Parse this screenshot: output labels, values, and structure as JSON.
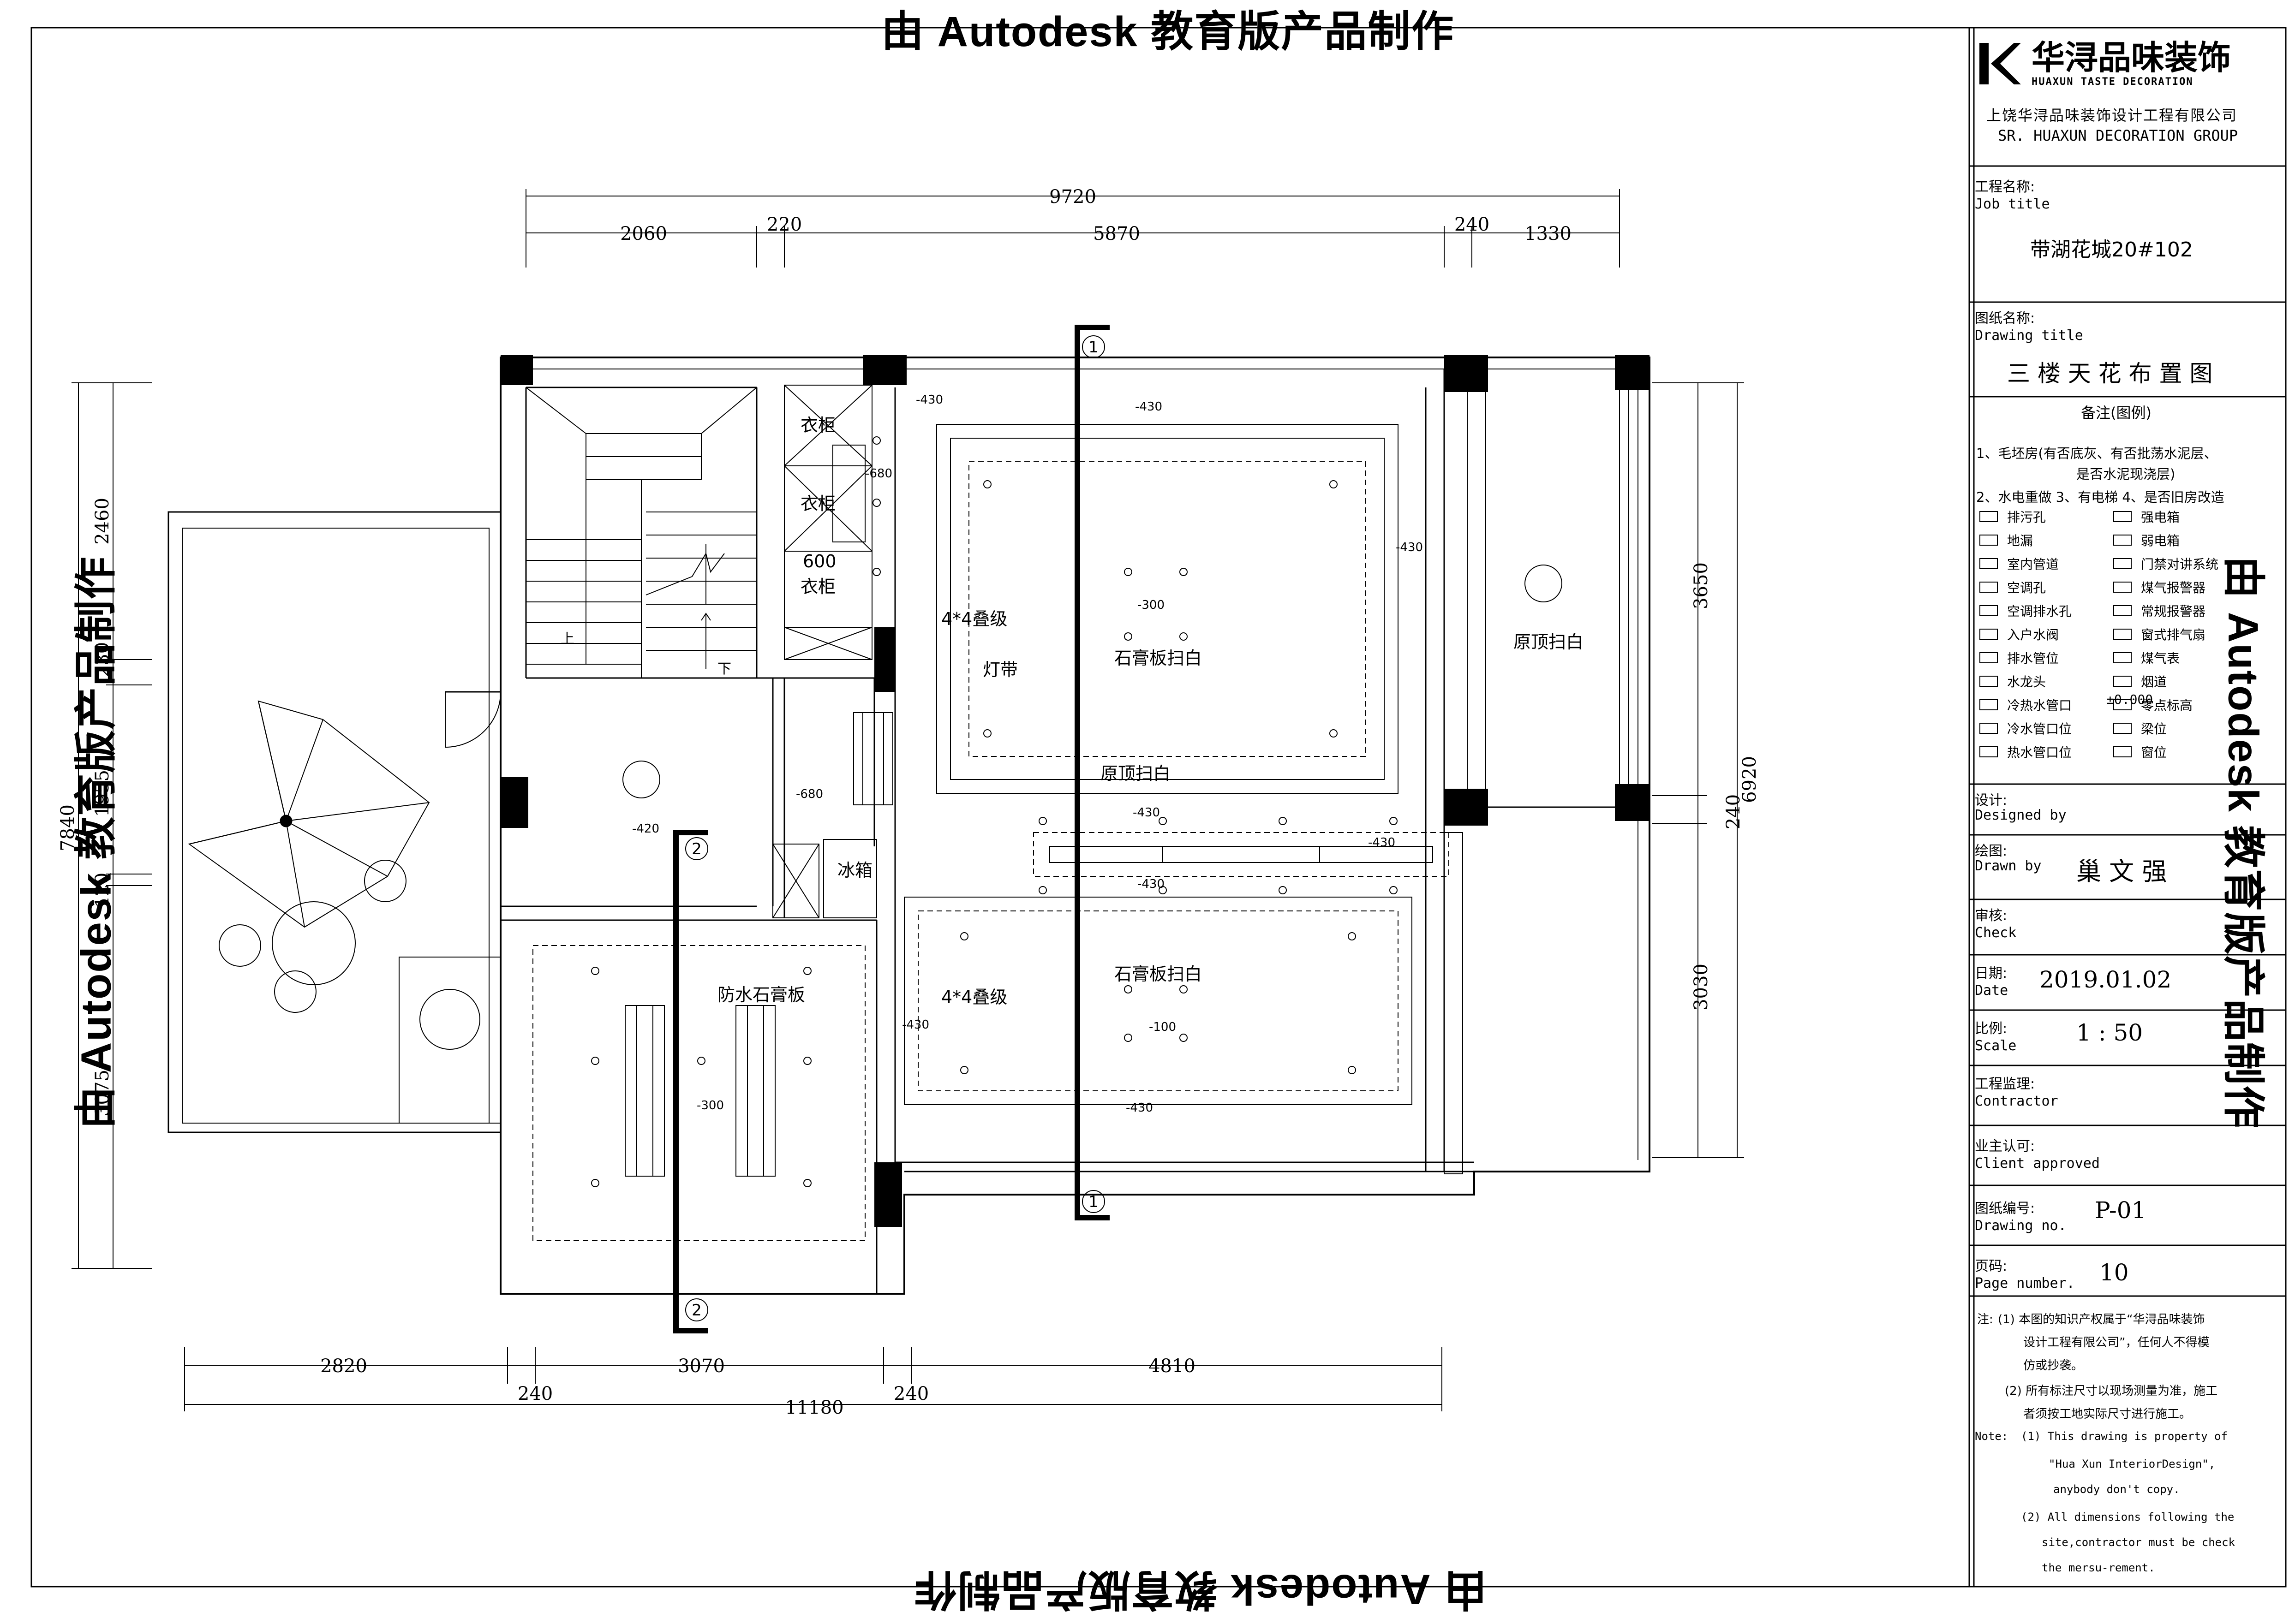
{
  "watermark": "由 Autodesk 教育版产品制作",
  "company": {
    "logo_cn": "华浔品味装饰",
    "logo_en": "HUAXUN TASTE DECORATION",
    "name_cn": "上饶华浔品味装饰设计工程有限公司",
    "name_en": "SR. HUAXUN DECORATION GROUP"
  },
  "title_block": {
    "job_title_cn": "工程名称:",
    "job_title_en": "Job title",
    "job_title_value": "带湖花城20#102",
    "drawing_title_cn": "图纸名称:",
    "drawing_title_en": "Drawing title",
    "drawing_title_value": "三 楼 天 花 布 置 图",
    "legend_title": "备注(图例)",
    "notes_line1": "1、毛坯房(有否底灰、有否批荡水泥层、",
    "notes_line1b": "是否水泥现浇层)",
    "notes_line2": "2、水电重做 3、有电梯 4、是否旧房改造",
    "designed_cn": "设计:",
    "designed_en": "Designed by",
    "drawn_cn": "绘图:",
    "drawn_en": "Drawn by",
    "drawn_value": "巢 文 强",
    "check_cn": "审核:",
    "check_en": "Check",
    "date_cn": "日期:",
    "date_en": "Date",
    "date_value": "2019.01.02",
    "scale_cn": "比例:",
    "scale_en": "Scale",
    "scale_value": "1 : 50",
    "contractor_cn": "工程监理:",
    "contractor_en": "Contractor",
    "client_cn": "业主认可:",
    "client_en": "Client approved",
    "drawing_no_cn": "图纸编号:",
    "drawing_no_en": "Drawing no.",
    "drawing_no_value": "P-01",
    "page_cn": "页码:",
    "page_en": "Page number.",
    "page_value": "10",
    "note_cn_label": "注:",
    "note_cn_1a": "(1) 本图的知识产权属于“华浔品味装饰",
    "note_cn_1b": "设计工程有限公司”，任何人不得模",
    "note_cn_1c": "仿或抄袭。",
    "note_cn_2a": "(2) 所有标注尺寸以现场测量为准，施工",
    "note_cn_2b": "者须按工地实际尺寸进行施工。",
    "note_en_label": "Note:",
    "note_en_1a": "(1) This drawing is property of",
    "note_en_1b": "\"Hua Xun InteriorDesign\",",
    "note_en_1c": "anybody don't copy.",
    "note_en_2a": "(2) All dimensions following the",
    "note_en_2b": "site,contractor must be check",
    "note_en_2c": "the mersu-rement."
  },
  "legend": {
    "left": [
      "排污孔",
      "地漏",
      "室内管道",
      "空调孔",
      "空调排水孔",
      "入户水阀",
      "排水管位",
      "水龙头",
      "冷热水管口",
      "冷水管口位",
      "热水管口位"
    ],
    "right": [
      "强电箱",
      "弱电箱",
      "门禁对讲系统",
      "煤气报警器",
      "常规报警器",
      "窗式排气扇",
      "煤气表",
      "烟道",
      "零点标高",
      "梁位",
      "窗位"
    ],
    "zero_mark": "±0.000"
  },
  "dimensions": {
    "top_total": "9720",
    "top_segments": [
      "2060",
      "220",
      "5870",
      "240",
      "1330"
    ],
    "bottom_total": "11180",
    "bottom_segments": [
      "2820",
      "240",
      "3070",
      "240",
      "4810"
    ],
    "left_total": "7840",
    "left_segments": [
      "2460",
      "230",
      "1955",
      "120",
      "3075"
    ],
    "right_total": "6920",
    "right_segments": [
      "3650",
      "240",
      "3030"
    ]
  },
  "rooms": {
    "wardrobe": "衣柜",
    "wardrobe_600": "600",
    "fridge": "冰箱",
    "up": "上",
    "down": "下",
    "gypsum_top": "石膏板扫白",
    "gypsum_bottom": "石膏板扫白",
    "original_top": "原顶扫白",
    "original_right": "原顶扫白",
    "waterproof": "防水石膏板",
    "step_top": "4*4叠级",
    "step_bottom": "4*4叠级",
    "light_strip": "灯带"
  },
  "levels": [
    "-430",
    "-430",
    "-680",
    "-430",
    "-300",
    "-680",
    "-420",
    "-430",
    "-430",
    "-430",
    "-100",
    "-430",
    "-430",
    "-300"
  ],
  "sections": [
    "1",
    "1",
    "2",
    "2"
  ],
  "colors": {
    "line": "#000000",
    "background": "#ffffff"
  }
}
